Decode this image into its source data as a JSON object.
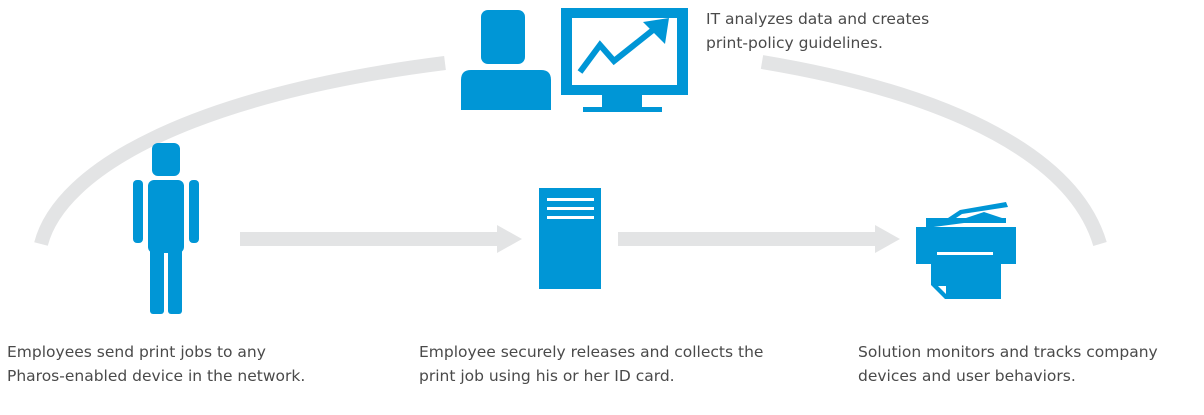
{
  "colors": {
    "accent": "#0096D6",
    "connector": "#E3E4E5",
    "text": "#4A4A4A"
  },
  "icons": {
    "it": [
      "person-icon",
      "monitor-chart-icon"
    ],
    "employee": "person-icon",
    "server": "server-icon",
    "printer": "printer-icon"
  },
  "captions": {
    "it": "IT analyzes data and creates print-policy guidelines.",
    "send": "Employees send print jobs to any Pharos-enabled device in the network.",
    "release": "Employee securely releases and collects the print job using his or her ID card.",
    "monitor": "Solution monitors and tracks company devices and user behaviors."
  }
}
